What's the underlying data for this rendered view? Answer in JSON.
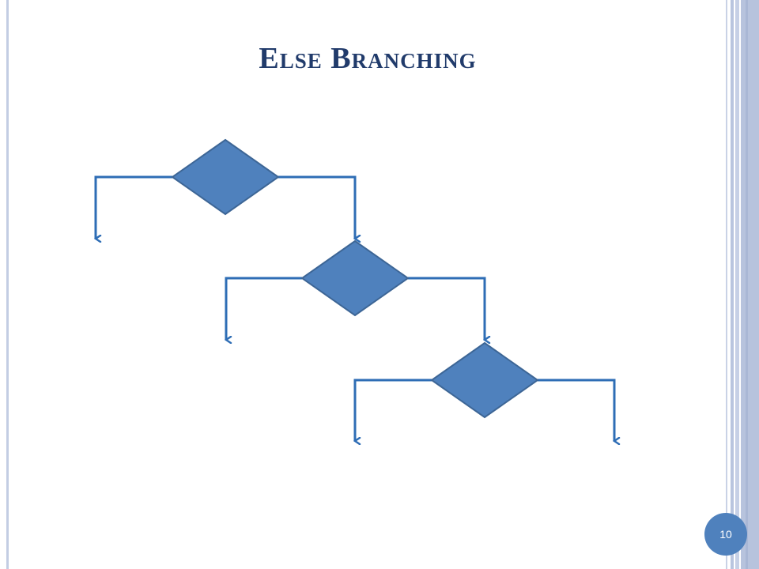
{
  "slide": {
    "title": "Else Branching",
    "page_number": "10"
  },
  "diagram": {
    "type": "nested-else-if-flowchart",
    "decisions": 3,
    "colors": {
      "diamond_fill": "#4f81bd",
      "diamond_stroke": "#3d6696",
      "arrow": "#2e6db5",
      "title": "#213b6b",
      "badge": "#4f81bd"
    }
  }
}
